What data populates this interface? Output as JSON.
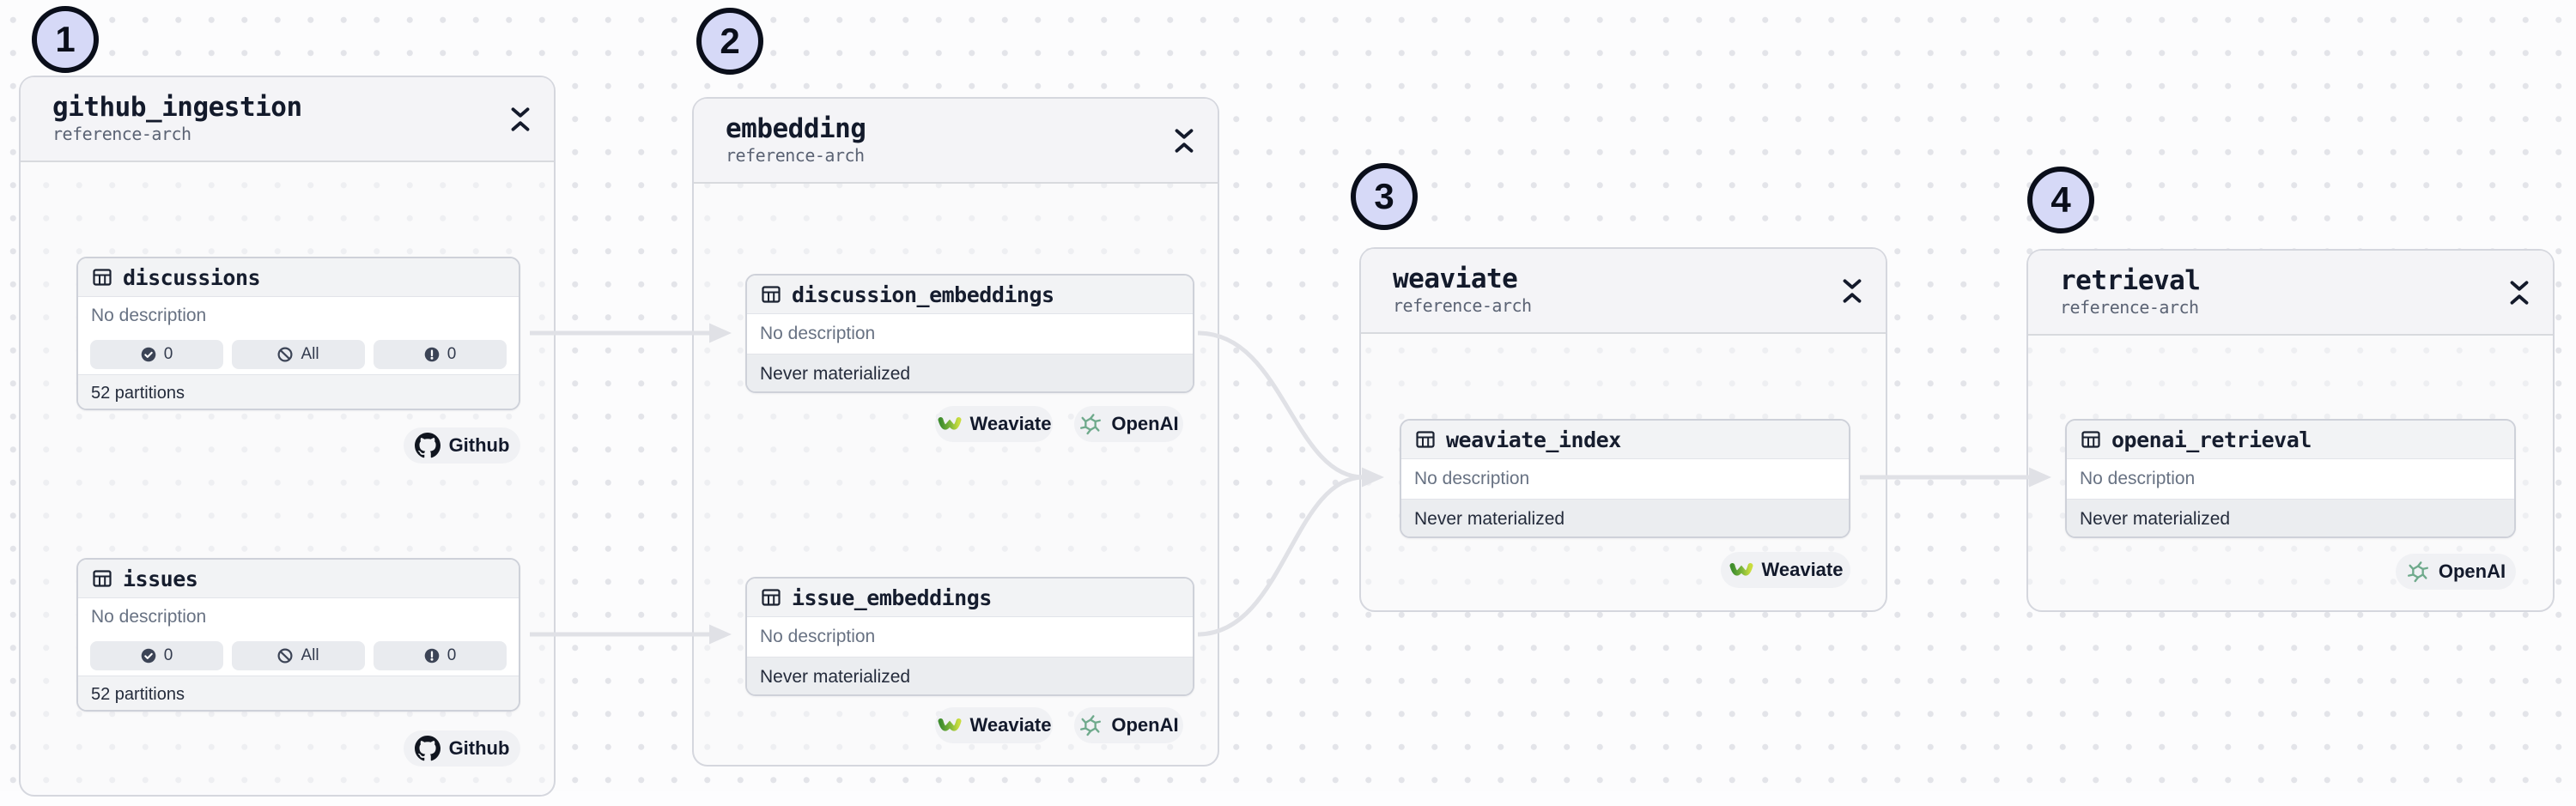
{
  "canvas": {
    "background": "#fcfcfd",
    "dot_color": "#e3e4e9",
    "edge_color": "#e0e1e6",
    "step_badge_fill": "#d6d9f7",
    "step_badge_border": "#0a0e1a"
  },
  "brand_colors": {
    "github_black": "#10151f",
    "weaviate_green": "#3f8d2e",
    "weaviate_yellow": "#c9dd3e",
    "openai_green": "#6faa8c"
  },
  "step_badges": [
    {
      "label": "1"
    },
    {
      "label": "2"
    },
    {
      "label": "3"
    },
    {
      "label": "4"
    }
  ],
  "groups": [
    {
      "title": "github_ingestion",
      "subtitle": "reference-arch",
      "collapse_icon": "collapse-vertical-icon",
      "assets": [
        {
          "icon": "table-icon",
          "name": "discussions",
          "description": "No description",
          "pills": [
            {
              "icon": "check-circle-icon",
              "label": "0"
            },
            {
              "icon": "slash-circle-icon",
              "label": "All"
            },
            {
              "icon": "alert-circle-icon",
              "label": "0"
            }
          ],
          "partitions": "52 partitions",
          "tags": [
            {
              "icon": "github-icon",
              "label": "Github"
            }
          ]
        },
        {
          "icon": "table-icon",
          "name": "issues",
          "description": "No description",
          "pills": [
            {
              "icon": "check-circle-icon",
              "label": "0"
            },
            {
              "icon": "slash-circle-icon",
              "label": "All"
            },
            {
              "icon": "alert-circle-icon",
              "label": "0"
            }
          ],
          "partitions": "52 partitions",
          "tags": [
            {
              "icon": "github-icon",
              "label": "Github"
            }
          ]
        }
      ]
    },
    {
      "title": "embedding",
      "subtitle": "reference-arch",
      "collapse_icon": "collapse-vertical-icon",
      "assets": [
        {
          "icon": "table-icon",
          "name": "discussion_embeddings",
          "description": "No description",
          "status": "Never materialized",
          "tags": [
            {
              "icon": "weaviate-icon",
              "label": "Weaviate"
            },
            {
              "icon": "openai-icon",
              "label": "OpenAI"
            }
          ]
        },
        {
          "icon": "table-icon",
          "name": "issue_embeddings",
          "description": "No description",
          "status": "Never materialized",
          "tags": [
            {
              "icon": "weaviate-icon",
              "label": "Weaviate"
            },
            {
              "icon": "openai-icon",
              "label": "OpenAI"
            }
          ]
        }
      ]
    },
    {
      "title": "weaviate",
      "subtitle": "reference-arch",
      "collapse_icon": "collapse-vertical-icon",
      "assets": [
        {
          "icon": "table-icon",
          "name": "weaviate_index",
          "description": "No description",
          "status": "Never materialized",
          "tags": [
            {
              "icon": "weaviate-icon",
              "label": "Weaviate"
            }
          ]
        }
      ]
    },
    {
      "title": "retrieval",
      "subtitle": "reference-arch",
      "collapse_icon": "collapse-vertical-icon",
      "assets": [
        {
          "icon": "table-icon",
          "name": "openai_retrieval",
          "description": "No description",
          "status": "Never materialized",
          "tags": [
            {
              "icon": "openai-icon",
              "label": "OpenAI"
            }
          ]
        }
      ]
    }
  ]
}
